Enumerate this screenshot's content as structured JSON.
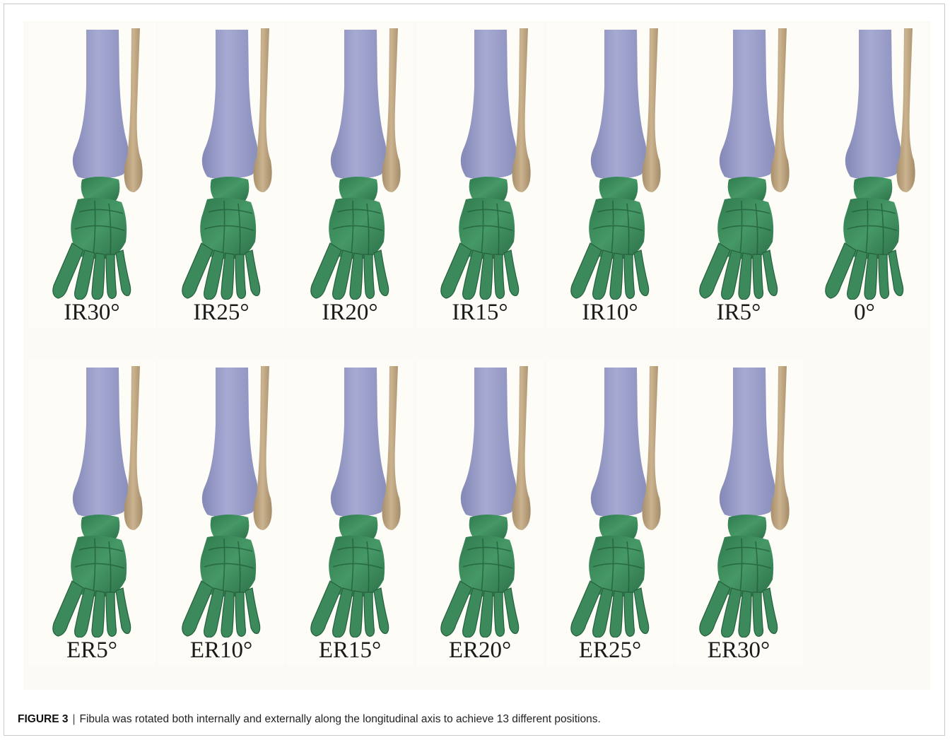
{
  "figure": {
    "label": "FIGURE 3",
    "separator": "|",
    "caption": "Fibula was rotated both internally and externally along the longitudinal axis to achieve 13 different positions."
  },
  "colors": {
    "tibia": "#a2a6d0",
    "fibula": "#c2a985",
    "foot_bones": "#3c8a5c",
    "background": "#fbfaf4"
  },
  "panels": [
    {
      "label": "IR30°",
      "rotation_deg": -30
    },
    {
      "label": "IR25°",
      "rotation_deg": -25
    },
    {
      "label": "IR20°",
      "rotation_deg": -20
    },
    {
      "label": "IR15°",
      "rotation_deg": -15
    },
    {
      "label": "IR10°",
      "rotation_deg": -10
    },
    {
      "label": "IR5°",
      "rotation_deg": -5
    },
    {
      "label": "0°",
      "rotation_deg": 0
    },
    {
      "label": "ER5°",
      "rotation_deg": 5
    },
    {
      "label": "ER10°",
      "rotation_deg": 10
    },
    {
      "label": "ER15°",
      "rotation_deg": 15
    },
    {
      "label": "ER20°",
      "rotation_deg": 20
    },
    {
      "label": "ER25°",
      "rotation_deg": 25
    },
    {
      "label": "ER30°",
      "rotation_deg": 30
    }
  ]
}
